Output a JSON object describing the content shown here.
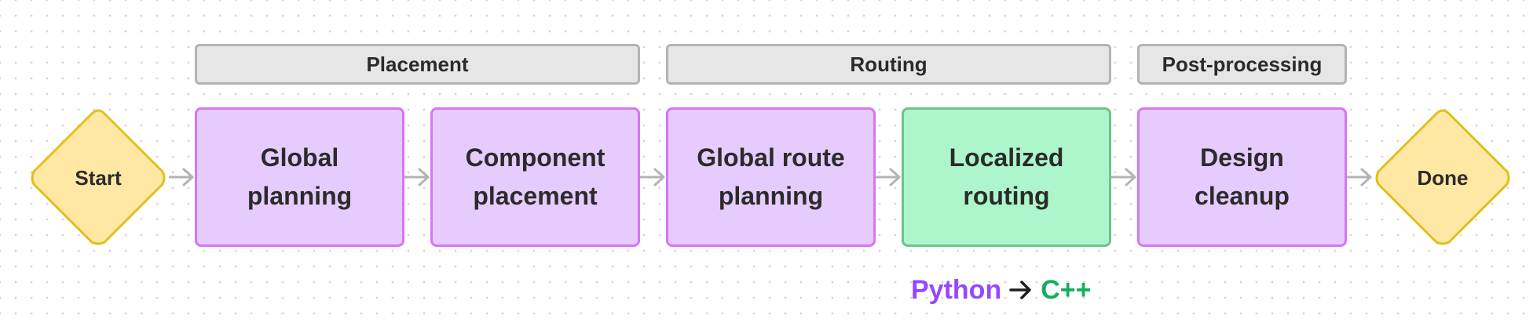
{
  "groups": {
    "placement": "Placement",
    "routing": "Routing",
    "post_processing": "Post-processing"
  },
  "terminals": {
    "start": "Start",
    "done": "Done"
  },
  "steps": {
    "global_planning": [
      "Global",
      "planning"
    ],
    "component_placement": [
      "Component",
      "placement"
    ],
    "global_route_planning": [
      "Global route",
      "planning"
    ],
    "localized_routing": [
      "Localized",
      "routing"
    ],
    "design_cleanup": [
      "Design",
      "cleanup"
    ]
  },
  "annotation": {
    "from": "Python",
    "to": "C++"
  },
  "colors": {
    "step_fill": "#e6ccfe",
    "step_border": "#d575f7",
    "highlight_fill": "#adf6cb",
    "highlight_border": "#6cc48a",
    "terminal_fill": "#ffe8a3",
    "terminal_border": "#e0c01d",
    "group_fill": "#e6e6e6",
    "group_border": "#b3b3b3",
    "connector": "#b3b3b3",
    "python": "#9747ff",
    "cpp": "#14ae5c"
  }
}
